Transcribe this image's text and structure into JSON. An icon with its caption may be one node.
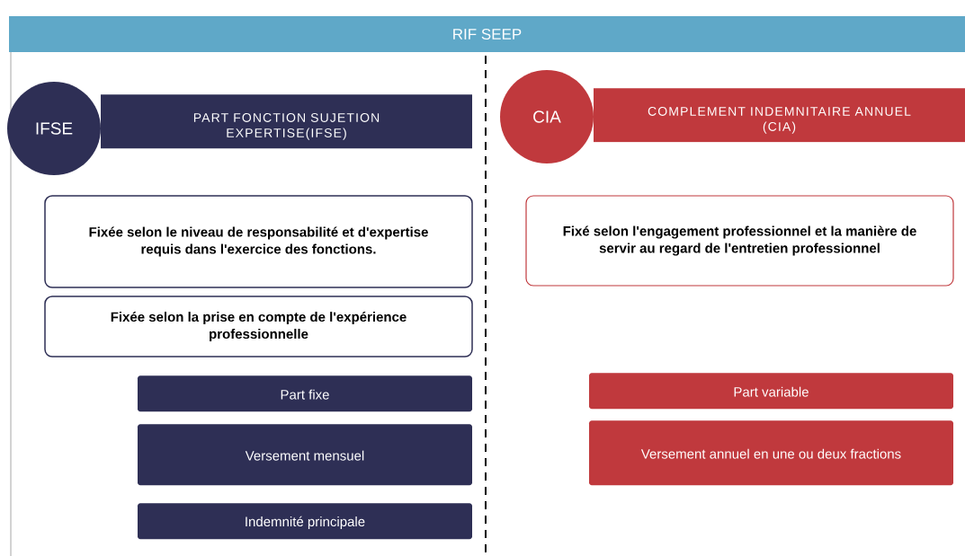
{
  "diagram": {
    "nodes": [
      {
        "text": [
          "RIF SEEP"
        ]
      },
      {
        "text": [
          "IFSE"
        ]
      },
      {
        "text": [
          "PART FONCTION SUJETION EXPERTISE(IFSE)"
        ]
      },
      {
        "text": [
          "CIA"
        ]
      },
      {
        "text": [
          "COMPLEMENT INDEMNITAIRE ANNUEL (CIA)"
        ]
      },
      {
        "text": [
          "Fixée selon le niveau de responsabilité et d'expertise requis dans l'exercice des fonctions."
        ]
      },
      {
        "text": [
          "Fixée selon la prise en compte de l'expérience professionnelle"
        ]
      },
      {
        "text": [
          "Fixé selon l'engagement professionnel et la manière de servir au regard de l'entretien professionnel"
        ]
      },
      {
        "text": [
          "Part fixe"
        ]
      },
      {
        "text": [
          "Versement mensuel"
        ]
      },
      {
        "text": [
          "Indemnité principale"
        ]
      },
      {
        "text": [
          "Part variable"
        ]
      },
      {
        "text": [
          "Versement annuel en une ou deux fractions"
        ]
      }
    ]
  }
}
